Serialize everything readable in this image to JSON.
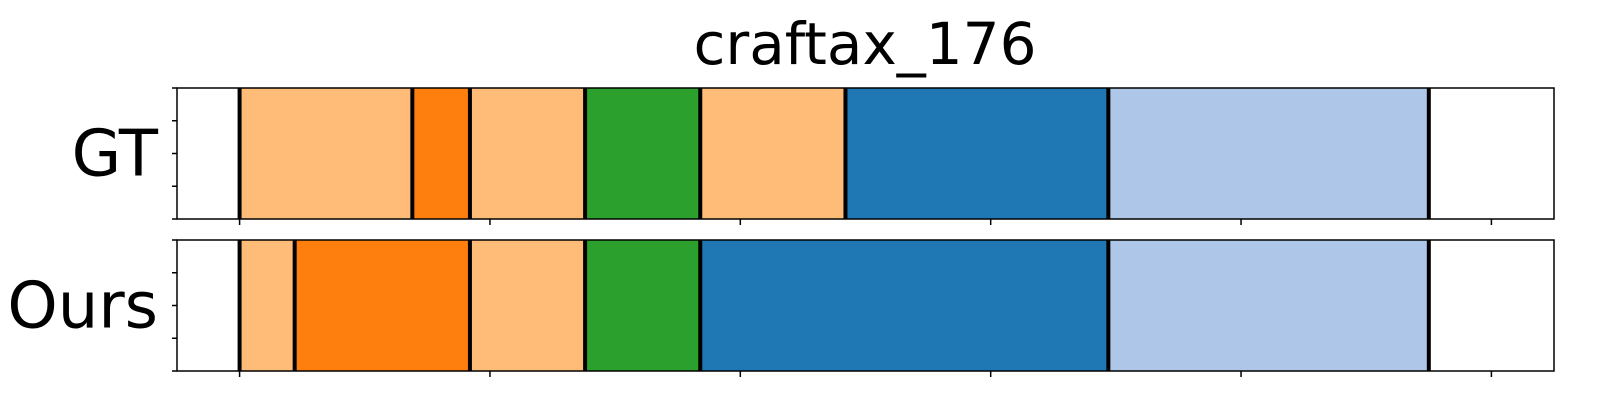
{
  "chart_data": {
    "type": "segmentation-timeline",
    "title": "craftax_176",
    "x_range": [
      0,
      550
    ],
    "rows": [
      {
        "label": "GT",
        "segments": [
          {
            "start": 25,
            "end": 94,
            "color": "#ffbb78"
          },
          {
            "start": 94,
            "end": 117,
            "color": "#ff7f0e"
          },
          {
            "start": 117,
            "end": 163,
            "color": "#ffbb78"
          },
          {
            "start": 163,
            "end": 209,
            "color": "#2ca02c"
          },
          {
            "start": 209,
            "end": 267,
            "color": "#ffbb78"
          },
          {
            "start": 267,
            "end": 372,
            "color": "#1f77b4"
          },
          {
            "start": 372,
            "end": 500,
            "color": "#aec7e8"
          }
        ]
      },
      {
        "label": "Ours",
        "segments": [
          {
            "start": 25,
            "end": 47,
            "color": "#ffbb78"
          },
          {
            "start": 47,
            "end": 117,
            "color": "#ff7f0e"
          },
          {
            "start": 117,
            "end": 163,
            "color": "#ffbb78"
          },
          {
            "start": 163,
            "end": 209,
            "color": "#2ca02c"
          },
          {
            "start": 209,
            "end": 372,
            "color": "#1f77b4"
          },
          {
            "start": 372,
            "end": 500,
            "color": "#aec7e8"
          }
        ]
      }
    ],
    "x_ticks": [
      25,
      125,
      225,
      325,
      425,
      525
    ],
    "x_tick_labels_shown": false,
    "y_ticks_per_row": 5,
    "grid": false,
    "legend": false
  }
}
